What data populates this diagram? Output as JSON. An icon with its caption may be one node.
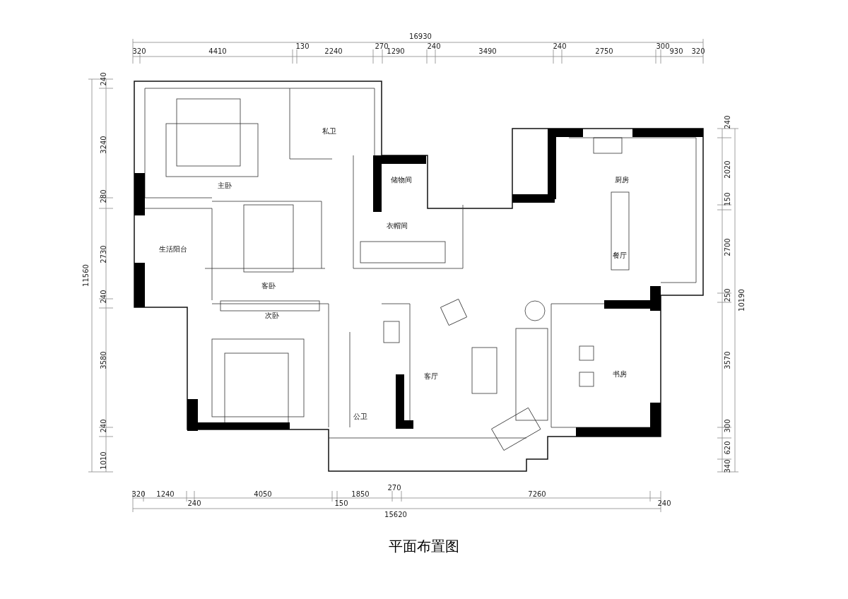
{
  "diagram": {
    "caption": "平面布置图",
    "labels": [
      "16930",
      "320",
      "4410",
      "130",
      "2240",
      "270",
      "1290",
      "240",
      "3490",
      "240",
      "2750",
      "300",
      "930",
      "320",
      "240",
      "3240",
      "280",
      "2730",
      "240",
      "3580",
      "240",
      "1010",
      "11560",
      "主卧",
      "私卫",
      "储物间",
      "厨房",
      "衣帽间",
      "生活阳台",
      "客卧",
      "餐厅",
      "次卧",
      "客厅",
      "书房",
      "公卫",
      "240",
      "2020",
      "150",
      "2700",
      "250",
      "3570",
      "300",
      "620",
      "340",
      "10190",
      "320",
      "1240",
      "4050",
      "1850",
      "270",
      "7260",
      "240",
      "150",
      "240",
      "15620"
    ]
  }
}
